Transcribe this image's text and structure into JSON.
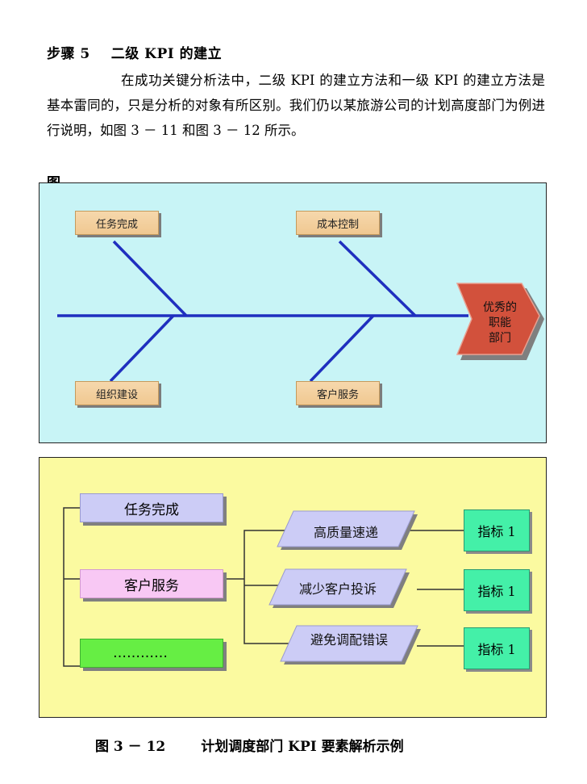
{
  "heading": {
    "step": "步骤 5",
    "title": "二级 KPI 的建立"
  },
  "paragraph": "在成功关键分析法中，二级 KPI 的建立方法和一级 KPI 的建立方法是基本雷同的，只是分析的对象有所区别。我们仍以某旅游公司的计划高度部门为例进行说明，如图 3 － 11 和图 3 － 12 所示。",
  "fishbone": {
    "bones": [
      "任务完成",
      "成本控制",
      "组织建设",
      "客户服务"
    ],
    "head": [
      "优秀的",
      "职能",
      "部门"
    ],
    "colors": {
      "background": "#c8f4f6",
      "spine": "#1f2fbf",
      "head": "#d2513c"
    }
  },
  "kpi_tree": {
    "left_items": [
      "任务完成",
      "客户服务",
      "…………"
    ],
    "middle_items": [
      "高质量速递",
      "减少客户投诉",
      "避免调配错误"
    ],
    "indicators": [
      "指标 1",
      "指标 1",
      "指标 1"
    ],
    "colors": {
      "background": "#fbfaa0",
      "indicator": "#44f0a8"
    }
  },
  "caption": {
    "figure": "图 3 － 12",
    "title": "计划调度部门 KPI 要素解析示例"
  }
}
